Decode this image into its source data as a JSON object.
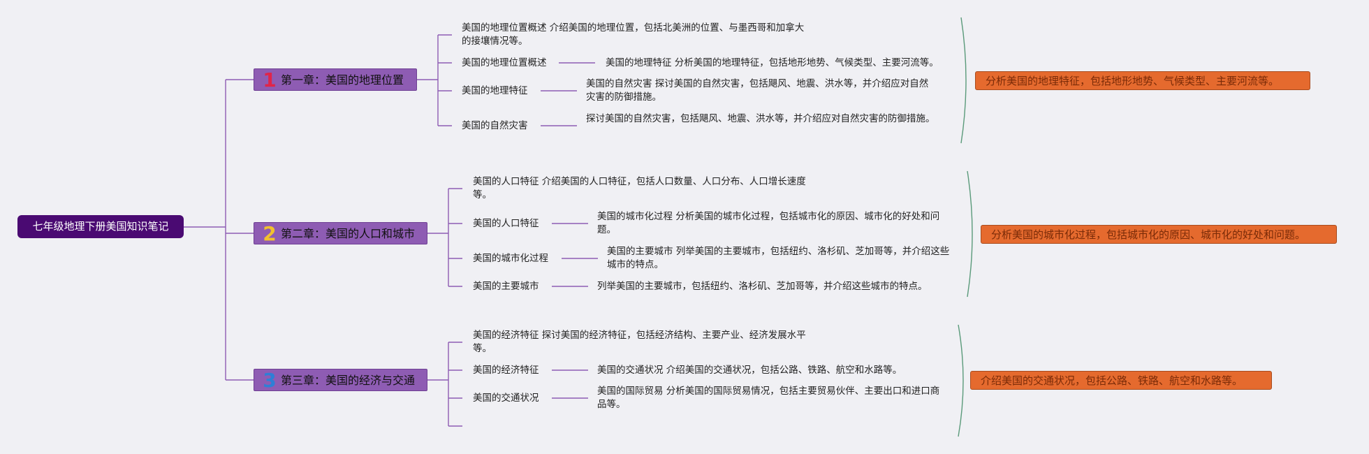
{
  "root": {
    "label": "七年级地理下册美国知识笔记"
  },
  "chapters": [
    {
      "num": "1",
      "num_color": "#e0254a",
      "title": "第一章：美国的地理位置",
      "overview": "美国的地理位置概述 介绍美国的地理位置，包括北美洲的位置、与墨西哥和加拿大的接壤情况等。",
      "rows": [
        {
          "label": "美国的地理位置概述",
          "desc": "美国的地理特征 分析美国的地理特征，包括地形地势、气候类型、主要河流等。"
        },
        {
          "label": "美国的地理特征",
          "desc": "美国的自然灾害 探讨美国的自然灾害，包括飓风、地震、洪水等，并介绍应对自然灾害的防御措施。"
        },
        {
          "label": "美国的自然灾害",
          "desc": "探讨美国的自然灾害，包括飓风、地震、洪水等，并介绍应对自然灾害的防御措施。"
        }
      ],
      "summary": "分析美国的地理特征，包括地形地势、气候类型、主要河流等。"
    },
    {
      "num": "2",
      "num_color": "#f2c12e",
      "title": "第二章：美国的人口和城市",
      "overview": "美国的人口特征 介绍美国的人口特征，包括人口数量、人口分布、人口增长速度等。",
      "rows": [
        {
          "label": "美国的人口特征",
          "desc": "美国的城市化过程 分析美国的城市化过程，包括城市化的原因、城市化的好处和问题。"
        },
        {
          "label": "美国的城市化过程",
          "desc": "美国的主要城市 列举美国的主要城市，包括纽约、洛杉矶、芝加哥等，并介绍这些城市的特点。"
        },
        {
          "label": "美国的主要城市",
          "desc": "列举美国的主要城市，包括纽约、洛杉矶、芝加哥等，并介绍这些城市的特点。"
        }
      ],
      "summary": "分析美国的城市化过程，包括城市化的原因、城市化的好处和问题。"
    },
    {
      "num": "3",
      "num_color": "#2f7fd6",
      "title": "第三章：美国的经济与交通",
      "overview": "美国的经济特征 探讨美国的经济特征，包括经济结构、主要产业、经济发展水平等。",
      "rows": [
        {
          "label": "美国的经济特征",
          "desc": "美国的交通状况 介绍美国的交通状况，包括公路、铁路、航空和水路等。"
        },
        {
          "label": "美国的交通状况",
          "desc": "美国的国际贸易 分析美国的国际贸易情况，包括主要贸易伙伴、主要出口和进口商品等。"
        }
      ],
      "summary": "介绍美国的交通状况，包括公路、铁路、航空和水路等。"
    }
  ],
  "colors": {
    "connector": "#8e5cb3",
    "brace": "#5a9a7a",
    "chapter_fill": "#8e5cb3",
    "root_fill": "#4a0a72",
    "summary_fill": "#e56a2e"
  }
}
